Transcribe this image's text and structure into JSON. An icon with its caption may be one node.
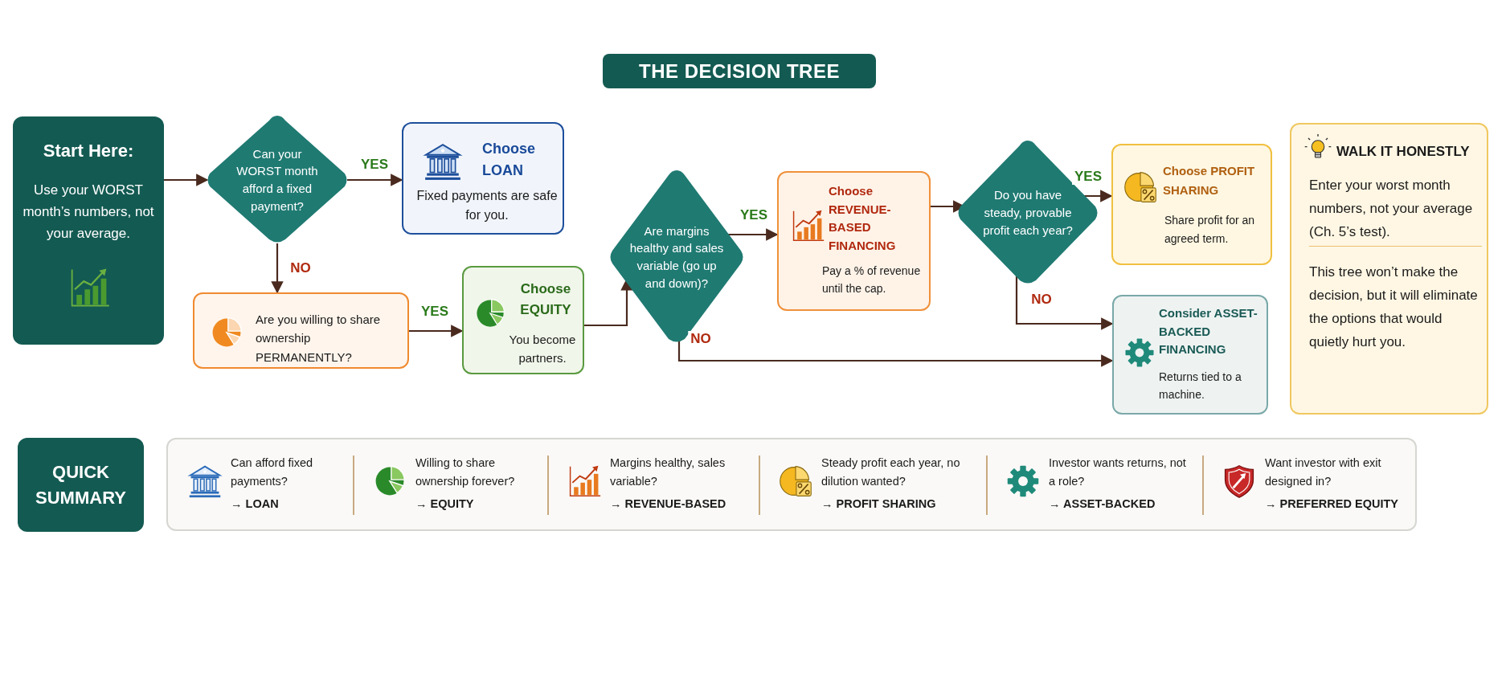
{
  "diagram": {
    "title": "THE DECISION TREE",
    "nodes": [
      {
        "text": [
          "Start Here:",
          "Use your WORST month’s numbers, not your average."
        ]
      },
      {
        "text": [
          "Can your WORST month afford a fixed payment?"
        ]
      },
      {
        "text": [
          "Choose LOAN",
          "Fixed payments are safe for you."
        ]
      },
      {
        "text": [
          "Are you willing to share ownership PERMANENTLY?"
        ]
      },
      {
        "text": [
          "Choose EQUITY",
          "You become partners."
        ]
      },
      {
        "text": [
          "Are margins healthy and sales variable (go up and down)?"
        ]
      },
      {
        "text": [
          "Choose REVENUE-BASED FINANCING",
          "Pay a % of revenue until the cap."
        ]
      },
      {
        "text": [
          "Do you have steady, provable profit each year?"
        ]
      },
      {
        "text": [
          "Choose PROFIT SHARING",
          "Share profit for an agreed term."
        ]
      },
      {
        "text": [
          "Consider ASSET-BACKED FINANCING",
          "Returns tied to a machine."
        ]
      },
      {
        "text": [
          "WALK IT HONESTLY",
          "Enter your worst month numbers, not your average (Ch. 5’s test).",
          "This tree won’t make the decision, but it will eliminate the options that would quietly hurt you."
        ]
      },
      {
        "text": [
          "QUICK SUMMARY"
        ]
      },
      {
        "text": [
          "Can afford fixed payments?",
          "→ LOAN",
          "Willing to share ownership forever?",
          "→ EQUITY",
          "Margins healthy, sales variable?",
          "→ REVENUE-BASED",
          "Steady profit each year, no dilution wanted?",
          "→ PROFIT SHARING",
          "Investor wants returns, not a role?",
          "→ ASSET-BACKED",
          "Want investor with exit designed in?",
          "→ PREFERRED EQUITY"
        ]
      }
    ],
    "edges": [
      {
        "from": 0,
        "to": 1,
        "arrow": "to"
      },
      {
        "from": 1,
        "to": 2,
        "arrow": "to",
        "label": "YES"
      },
      {
        "from": 1,
        "to": 3,
        "arrow": "to",
        "label": "NO"
      },
      {
        "from": 3,
        "to": 4,
        "arrow": "to",
        "label": "YES"
      },
      {
        "from": 4,
        "to": 5,
        "arrow": "to"
      },
      {
        "from": 5,
        "to": 6,
        "arrow": "to",
        "label": "YES"
      },
      {
        "from": 6,
        "to": 7,
        "arrow": "to"
      },
      {
        "from": 7,
        "to": 8,
        "arrow": "to",
        "label": "YES"
      },
      {
        "from": 7,
        "to": 9,
        "arrow": "to",
        "label": "NO"
      },
      {
        "from": 5,
        "to": 9,
        "arrow": "to",
        "label": "NO"
      }
    ]
  }
}
